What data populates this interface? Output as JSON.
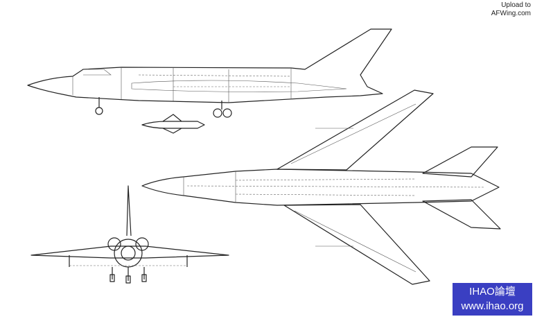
{
  "watermark_top": {
    "line1": "Upload to",
    "line2": "AFWing.com"
  },
  "watermark_badge": {
    "line1": "IHAO論壇",
    "line2": "www.ihao.org",
    "background": "#3a3fc2"
  }
}
